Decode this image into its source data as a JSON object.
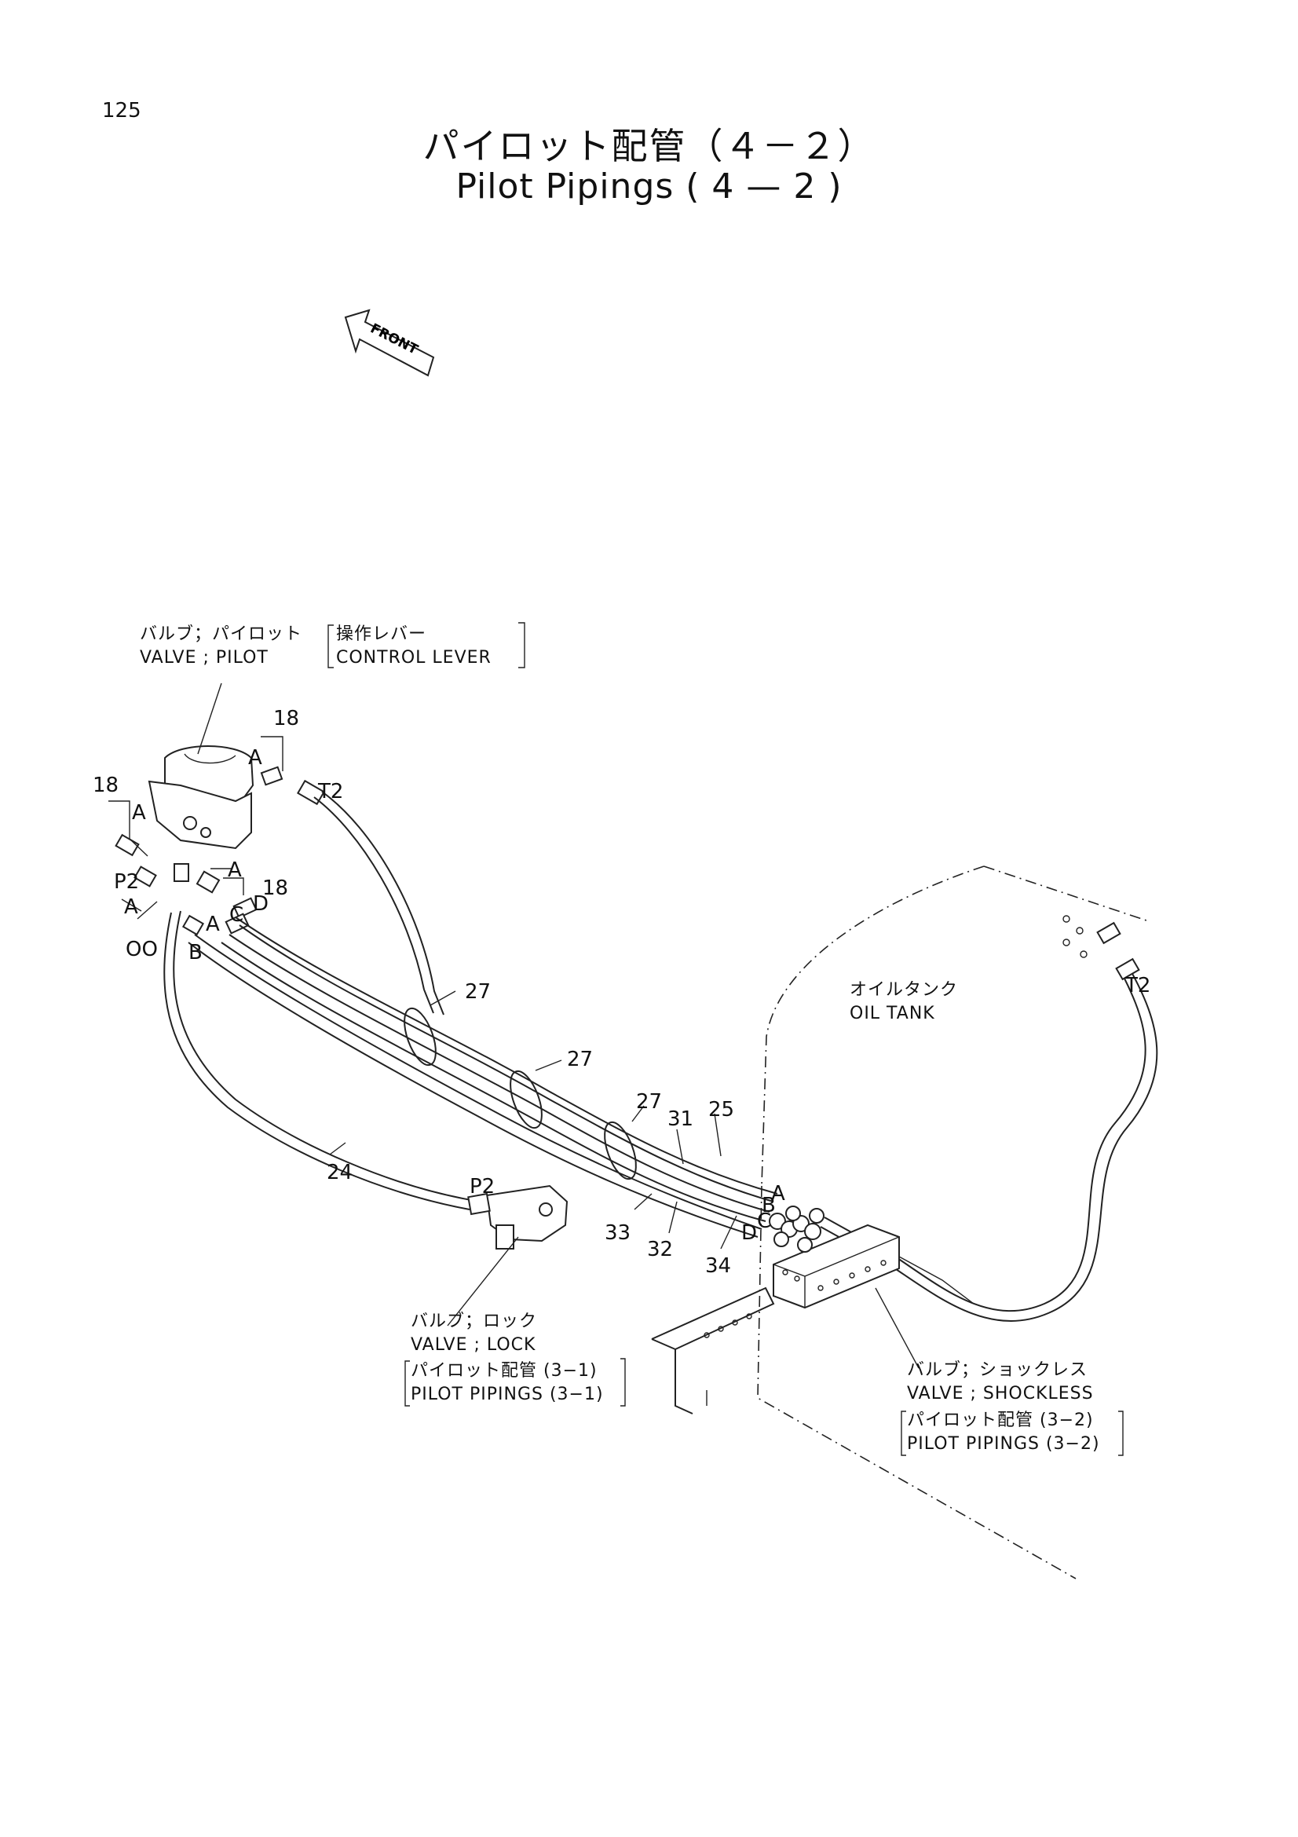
{
  "page_number": "125",
  "title_jp": "パイロット配管（４－２）",
  "title_en": "Pilot Pipings ( 4 — 2 )",
  "front_arrow_label": "FRONT",
  "labels": {
    "valve_pilot_jp": "バルブ；パイロット",
    "valve_pilot_en": "VALVE ; PILOT",
    "control_lever_jp": "操作レバー",
    "control_lever_en": "CONTROL LEVER",
    "oil_tank_jp": "オイルタンク",
    "oil_tank_en": "OIL TANK",
    "valve_lock_jp": "バルブ；ロック",
    "valve_lock_en": "VALVE ; LOCK",
    "pilot_pipings_31_jp": "パイロット配管 (3−1)",
    "pilot_pipings_31_en": "PILOT  PIPINGS (3−1)",
    "valve_shockless_jp": "バルブ；ショックレス",
    "valve_shockless_en": "VALVE ; SHOCKLESS",
    "pilot_pipings_32_jp": "パイロット配管 (3−2)",
    "pilot_pipings_32_en": "PILOT  PIPINGS (3−2)"
  },
  "callouts": {
    "c18a": "18",
    "c18b": "18",
    "c18c": "18",
    "a1": "A",
    "a2": "A",
    "a3": "A",
    "a4": "A",
    "a5": "A",
    "a6": "A",
    "t2a": "T2",
    "t2b": "T2",
    "p2a": "P2",
    "p2b": "P2",
    "oo": "OO",
    "b1": "B",
    "b2": "B",
    "c1": "C",
    "c2": "C",
    "d1": "D",
    "d2": "D",
    "n27a": "27",
    "n27b": "27",
    "n27c": "27",
    "n31": "31",
    "n25": "25",
    "n24": "24",
    "n33": "33",
    "n32": "32",
    "n34": "34"
  }
}
